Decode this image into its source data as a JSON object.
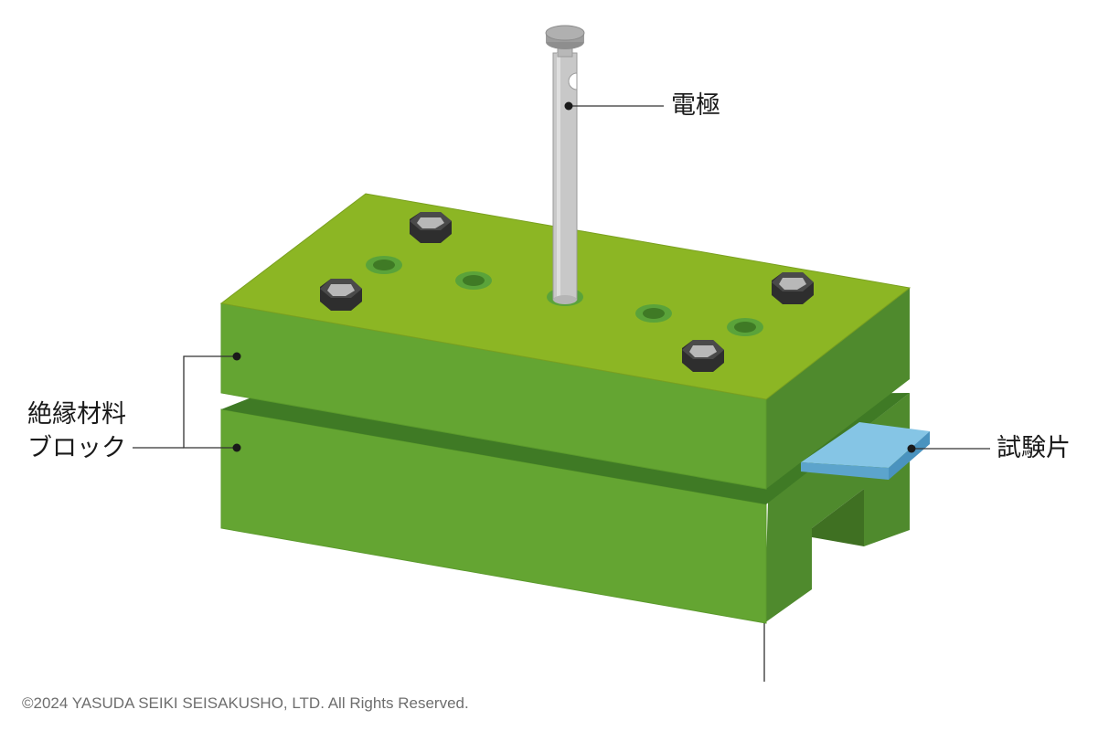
{
  "labels": {
    "electrode": "電極",
    "insulating_block_line1": "絶縁材料",
    "insulating_block_line2": "ブロック",
    "specimen": "試験片"
  },
  "copyright": "©2024 YASUDA SEIKI SEISAKUSHO, LTD. All Rights Reserved.",
  "colors": {
    "block_top": "#8cb624",
    "block_front": "#64a532",
    "block_side": "#4f8a2d",
    "gap_shadow": "#3f7a25",
    "specimen_top": "#85c5e5",
    "specimen_front": "#5ca4cc",
    "electrode": "#c8c8c8",
    "nut": "#3a3a3a",
    "leader": "#333333"
  }
}
